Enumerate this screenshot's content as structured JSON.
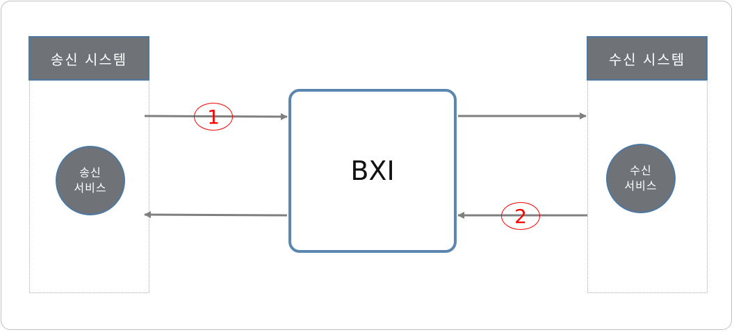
{
  "sender": {
    "title": "송신 시스템",
    "service_line1": "송신",
    "service_line2": "서비스"
  },
  "receiver": {
    "title": "수신 시스템",
    "service_line1": "수신",
    "service_line2": "서비스"
  },
  "hub": {
    "label": "BXI"
  },
  "steps": {
    "step1": "1",
    "step2": "2"
  },
  "colors": {
    "box_fill": "#6f7378",
    "box_border": "#4c79a3",
    "hub_border": "#5b86b0",
    "arrow": "#7f7f7f",
    "step_marker": "#ff0000"
  }
}
